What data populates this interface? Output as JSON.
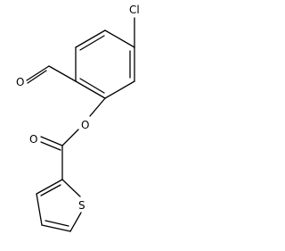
{
  "molecule": {
    "atoms": {
      "chlorine": "Cl",
      "aldehyde_oxygen": "O",
      "ester_oxygen": "O",
      "carbonyl_oxygen": "O",
      "thiophene_sulfur": "S"
    }
  }
}
